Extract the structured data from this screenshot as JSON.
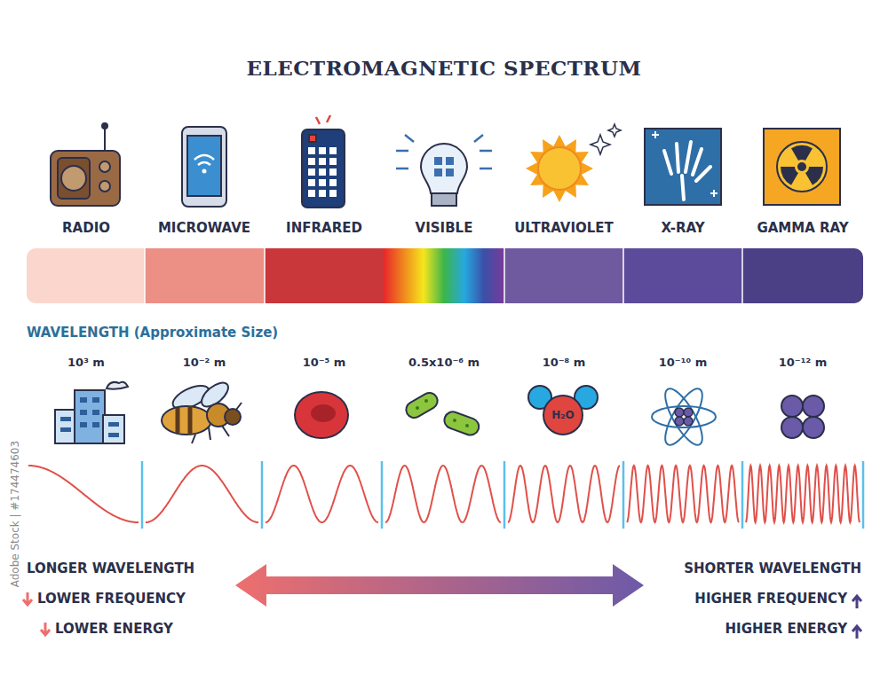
{
  "diagram": {
    "title": "ELECTROMAGNETIC SPECTRUM",
    "nodes": [
      {
        "text": [
          "H₂O"
        ]
      }
    ],
    "labels": [
      "RADIO",
      "MICROWAVE",
      "INFRARED",
      "VISIBLE",
      "ULTRAVIOLET",
      "X-RAY",
      "GAMMA RAY",
      "WAVELENGTH (Approximate Size)",
      "10³ m",
      "10⁻² m",
      "10⁻⁵ m",
      "0.5x10⁻⁶ m",
      "10⁻⁸ m",
      "10⁻¹⁰ m",
      "10⁻¹² m",
      "LONGER WAVELENGTH",
      "LOWER FREQUENCY",
      "LOWER ENERGY",
      "SHORTER WAVELENGTH",
      "HIGHER FREQUENCY",
      "HIGHER ENERGY",
      "Adobe Stock | #174474603"
    ]
  }
}
